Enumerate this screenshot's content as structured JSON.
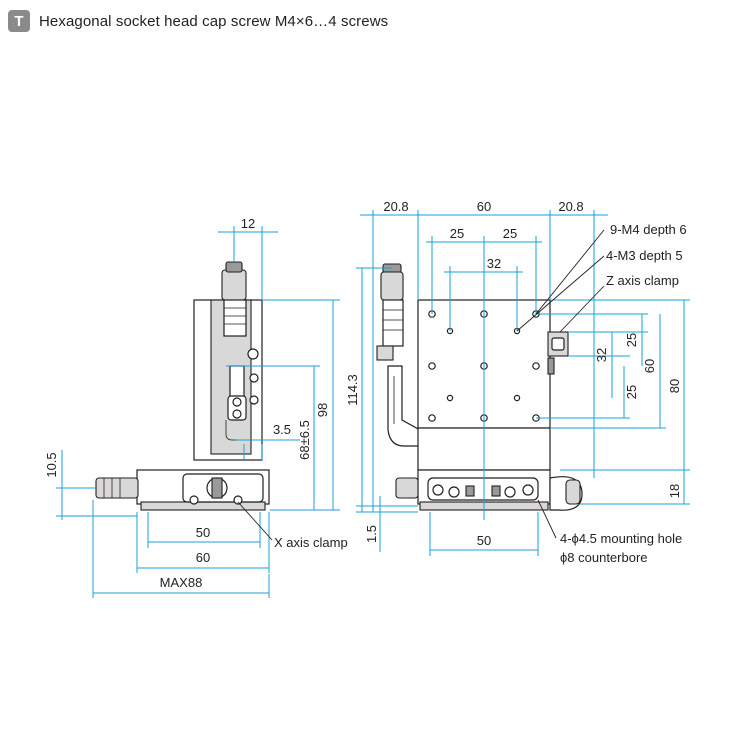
{
  "header": {
    "badge": "T",
    "text": "Hexagonal socket head cap screw M4×6…4 screws"
  },
  "side_view": {
    "dim_top": "12",
    "dim_height": "98",
    "dim_table_height": "68±6.5",
    "dim_offset": "3.5",
    "dim_left": "10.5",
    "dim_bottom_1": "50",
    "dim_bottom_2": "60",
    "dim_bottom_3": "MAX88",
    "label_x_clamp": "X axis clamp"
  },
  "front_view": {
    "dim_top_left": "20.8",
    "dim_top_mid": "60",
    "dim_top_right": "20.8",
    "dim_25_left": "25",
    "dim_25_right": "25",
    "dim_32_top": "32",
    "dim_total_height": "114.3",
    "dim_right_25_top": "25",
    "dim_right_32": "32",
    "dim_right_60": "60",
    "dim_right_25_bottom": "25",
    "dim_right_80": "80",
    "dim_right_18": "18",
    "dim_bottom_50": "50",
    "dim_left_1_5": "1.5",
    "label_m4": "9-M4 depth 6",
    "label_m3": "4-M3 depth 5",
    "label_z_clamp": "Z axis clamp",
    "label_mount": "4-ϕ4.5 mounting hole",
    "label_counterbore": "ϕ8 counterbore"
  },
  "colors": {
    "dimension_lines": "#19a0d8",
    "outline": "#231f20",
    "badge": "#8a8a8a"
  }
}
